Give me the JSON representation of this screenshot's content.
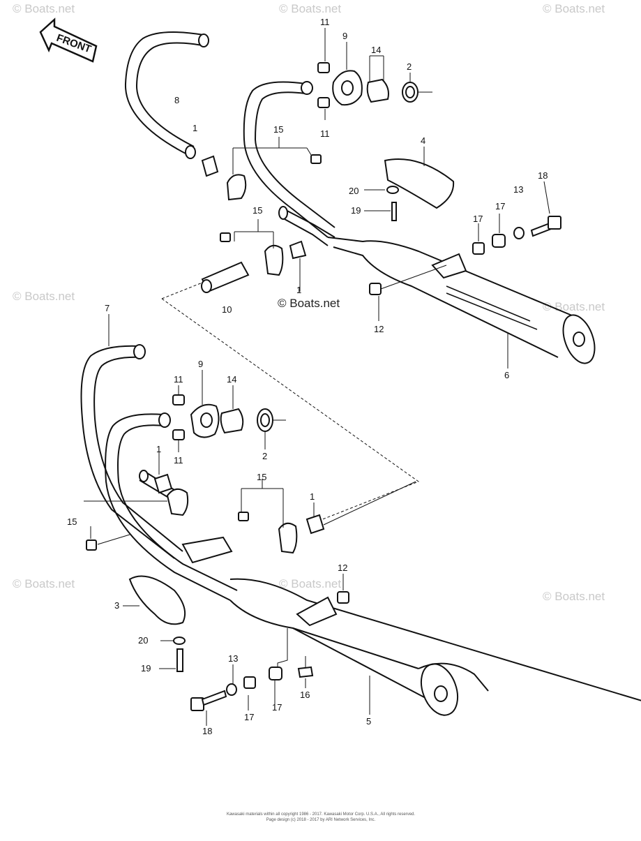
{
  "front_label": "FRONT",
  "watermarks": {
    "corner": "© Boats.net",
    "center": "© Boats.net"
  },
  "copyright": {
    "line1": "Kawasaki materials within all copyright 1986 - 2017. Kawasaki Motor Corp. U.S.A., All rights reserved.",
    "line2": "Page design (c) 2018 - 2017 by ARI Network Services, Inc."
  },
  "callouts": {
    "upper": [
      "11",
      "9",
      "14",
      "2",
      "8",
      "1",
      "15",
      "11",
      "4",
      "20",
      "19",
      "18",
      "13",
      "17",
      "17",
      "15",
      "10",
      "1",
      "12",
      "6"
    ],
    "lower": [
      "7",
      "9",
      "11",
      "14",
      "11",
      "2",
      "1",
      "15",
      "1",
      "15",
      "12",
      "3",
      "20",
      "19",
      "13",
      "17",
      "17",
      "16",
      "18",
      "5"
    ]
  },
  "colors": {
    "line": "#111111",
    "watermark": "#c9c9c9"
  }
}
